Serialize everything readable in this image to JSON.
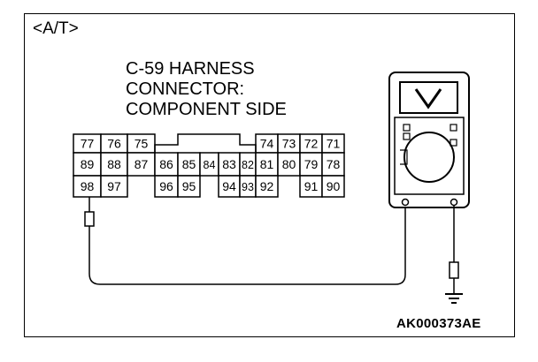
{
  "diagram": {
    "section_tag": "<A/T>",
    "title_lines": [
      "C-59 HARNESS",
      "CONNECTOR:",
      "COMPONENT SIDE"
    ],
    "part_id": "AK000373AE",
    "connector": {
      "rows": [
        [
          "77",
          "76",
          "75",
          "",
          "",
          "",
          "",
          "",
          "74",
          "73",
          "72",
          "71"
        ],
        [
          "89",
          "88",
          "87",
          "86",
          "85",
          "84",
          "83",
          "82",
          "81",
          "80",
          "79",
          "78"
        ],
        [
          "98",
          "97",
          "",
          "96",
          "95",
          "",
          "94",
          "93",
          "92",
          "",
          "91",
          "90"
        ]
      ]
    },
    "meter": {
      "icon": "voltmeter-v-icon"
    },
    "probe_pin": "98"
  }
}
